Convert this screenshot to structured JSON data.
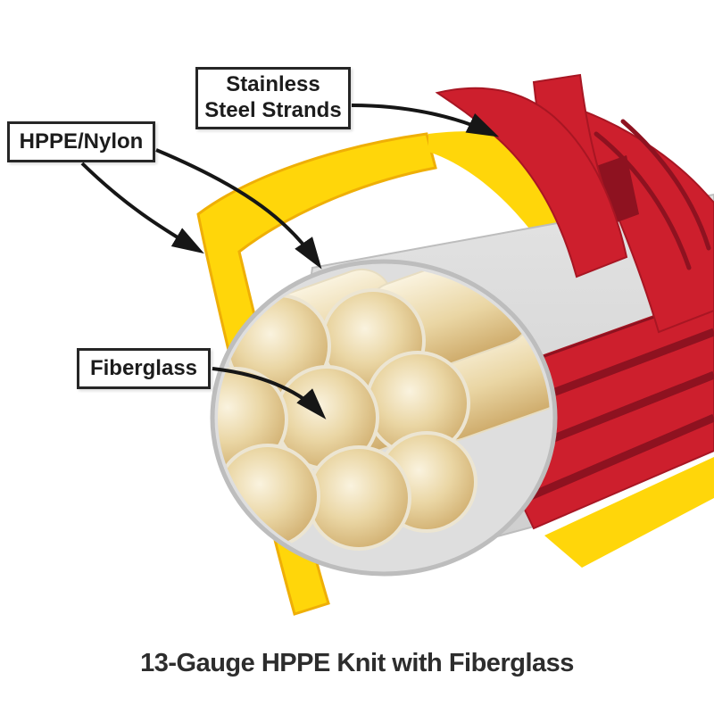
{
  "labels": {
    "stainless": "Stainless Steel Strands",
    "hppe": "HPPE/Nylon",
    "fiberglass": "Fiberglass"
  },
  "caption": "13-Gauge HPPE Knit with Fiberglass",
  "colors": {
    "yellow": "#FFD60A",
    "yellow_edge": "#EFAF06",
    "red": "#CD1F2D",
    "red_dark": "#8E1220",
    "gray": "#D7D7D7",
    "gray_face": "#DEDEDE",
    "gray_edge": "#BDBDBD",
    "fiber_light": "#FAF3DF",
    "fiber_mid": "#EAD6A4",
    "fiber_dark": "#CFAC6C",
    "outline": "#161616"
  },
  "icons": {
    "arrow": "connector-arrow"
  }
}
